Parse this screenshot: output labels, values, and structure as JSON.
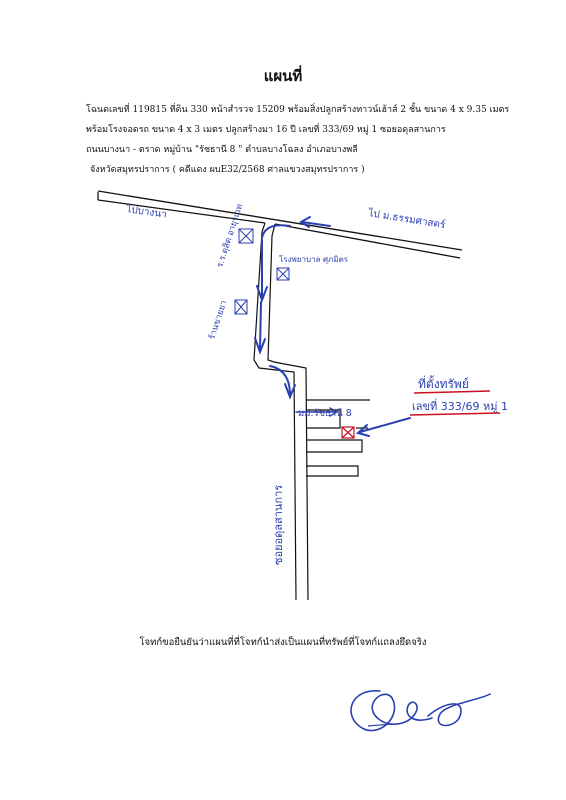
{
  "title": "แผนที่",
  "header": {
    "line1": "โฉนดเลขที่ 119815 ที่ดิน 330 หน้าสำรวจ 15209 พร้อมสิ่งปลูกสร้างทาวน์เฮ้าส์ 2 ชั้น ขนาด 4 x 9.35 เมตร",
    "line2": "พร้อมโรงจอดรถ ขนาด 4 x 3 เมตร ปลูกสร้างมา 16 ปี เลขที่ 333/69 หมู่ 1 ซอยอดุลสานการ",
    "line3": "ถนนบางนา - ตราด หมู่บ้าน \"รัชธานี 8 \" ตำบลบางโฉลง อำเภอบางพลี",
    "line4": "จังหวัดสมุทรปราการ ( คดีแดง ผบE32/2568 ศาลแขวงสมุทรปราการ )"
  },
  "map_labels": {
    "to_right": "ไป ม.ธรรมศาสตร์",
    "to_left": "ไปบางนา",
    "school": "ร.ร.ดุสิต อายุรเวท",
    "pharmacy": "ร้านขายยา",
    "hospital": "โรงพยาบาล ศุภมิตร",
    "village_sign": "มม.รัชธานี 8",
    "soi": "ซอยอดุลสานการ",
    "property_title": "ที่ตั้งทรัพย์",
    "property_address": "เลขที่ 333/69 หมู่ 1"
  },
  "footer": "โจทก์ขอยืนยันว่าแผนที่ที่โจทก์นำส่งเป็นแผนที่ทรัพย์ที่โจทก์แถลงยึดจริง",
  "colors": {
    "ink": "#111111",
    "pen_blue": "#2a3fb0",
    "pen_red": "#cc1122"
  }
}
